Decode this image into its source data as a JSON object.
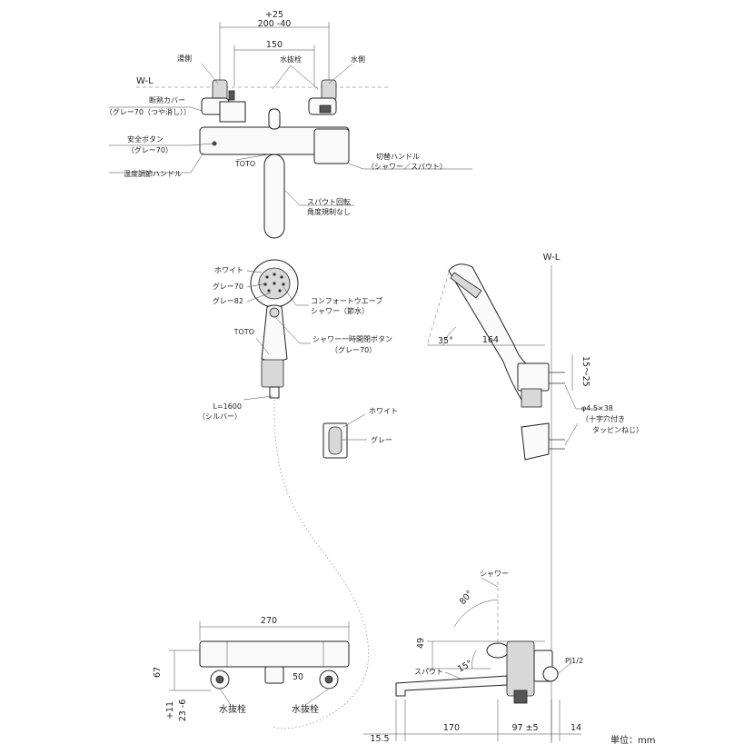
{
  "top_view": {
    "dim_plus25": "+25",
    "dim_200_40": "200 -40",
    "dim_150": "150",
    "hot_side": "湯側",
    "drain_plug_top": "水抜栓",
    "cold_side": "水側",
    "wl": "W-L",
    "insulation_cover_1": "断熱カバー",
    "insulation_cover_2": "（グレー70（つや消し））",
    "safety_button_1": "安全ボタン",
    "safety_button_2": "（グレー70）",
    "temp_handle": "温度調節ハンドル",
    "brand": "TOTO",
    "switch_handle_1": "切替ハンドル",
    "switch_handle_2": "（シャワー／スパウト）",
    "spout_rotation_1": "スパウト回転",
    "spout_rotation_2": "角度規制なし"
  },
  "shower_head": {
    "white": "ホワイト",
    "gray70": "グレー70",
    "gray82": "グレー82",
    "comfort_wave_1": "コンフォートウエーブ",
    "comfort_wave_2": "シャワー（節水）",
    "brand": "TOTO",
    "stop_button_1": "シャワー一時開閉ボタン",
    "stop_button_2": "（グレー70）",
    "hose_1": "L=1600",
    "hose_2": "（シルバー）"
  },
  "holder": {
    "white": "ホワイト",
    "gray": "グレー"
  },
  "side_view": {
    "wl": "W-L",
    "angle_35": "35°",
    "dim_164": "164",
    "dim_15_25": "15～25",
    "screw_1": "φ4.5×38",
    "screw_2": "（十字穴付き",
    "screw_3": "タッピンねじ）"
  },
  "bottom_front": {
    "dim_270": "270",
    "dim_67": "67",
    "dim_50": "50",
    "dim_plus11": "+11",
    "dim_23_6": "23 -6",
    "drain_left": "水抜栓",
    "drain_right": "水抜栓"
  },
  "bottom_side": {
    "shower": "シャワー",
    "angle_80": "80°",
    "dim_49": "49",
    "spout": "スパウト",
    "angle_15": "15°",
    "pj": "PJ1/2",
    "dim_15_5": "15.5",
    "dim_170": "170",
    "dim_97": "97 ±5",
    "dim_14": "14",
    "unit": "単位：mm"
  }
}
